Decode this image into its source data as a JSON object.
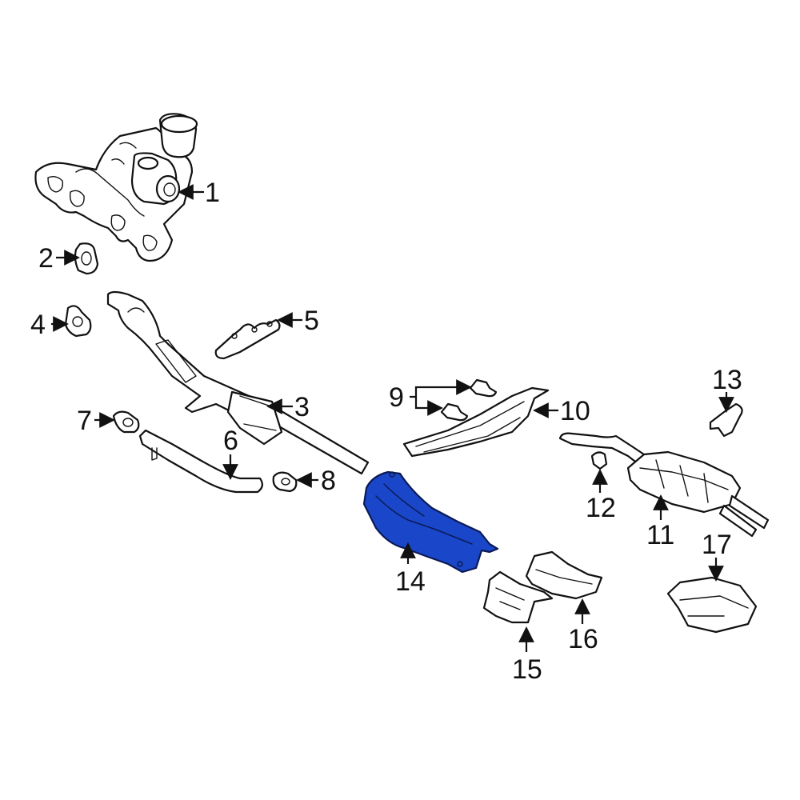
{
  "diagram": {
    "highlight_color": "#1a47c9",
    "highlighted_part": "14",
    "callouts": [
      "1",
      "2",
      "3",
      "4",
      "5",
      "6",
      "7",
      "8",
      "9",
      "10",
      "11",
      "12",
      "13",
      "14",
      "15",
      "16",
      "17"
    ]
  }
}
